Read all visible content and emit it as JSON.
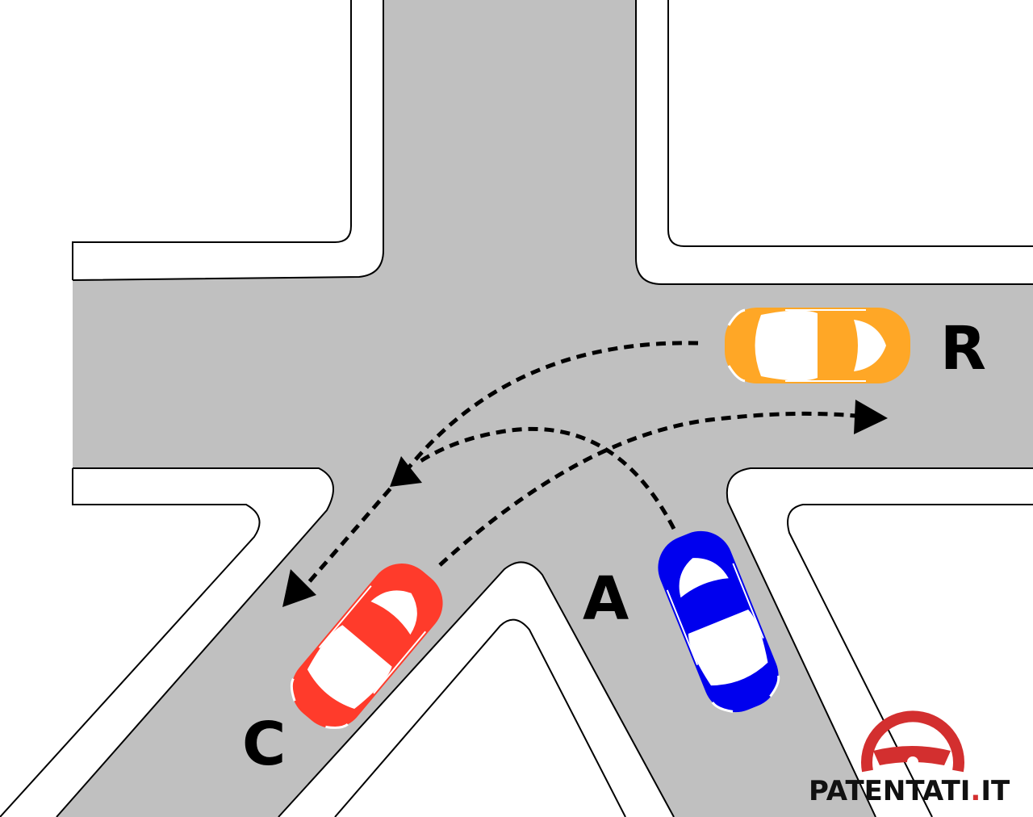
{
  "labels": {
    "r": "R",
    "a": "A",
    "c": "C"
  },
  "logo": {
    "name": "PATENTATI",
    "dot": ".",
    "tld": "IT"
  },
  "colors": {
    "road": "#c0c0c0",
    "orange_car": "#ffa726",
    "blue_car": "#0000ee",
    "red_car": "#ff3b2b",
    "logo_red": "#d32f2f"
  }
}
